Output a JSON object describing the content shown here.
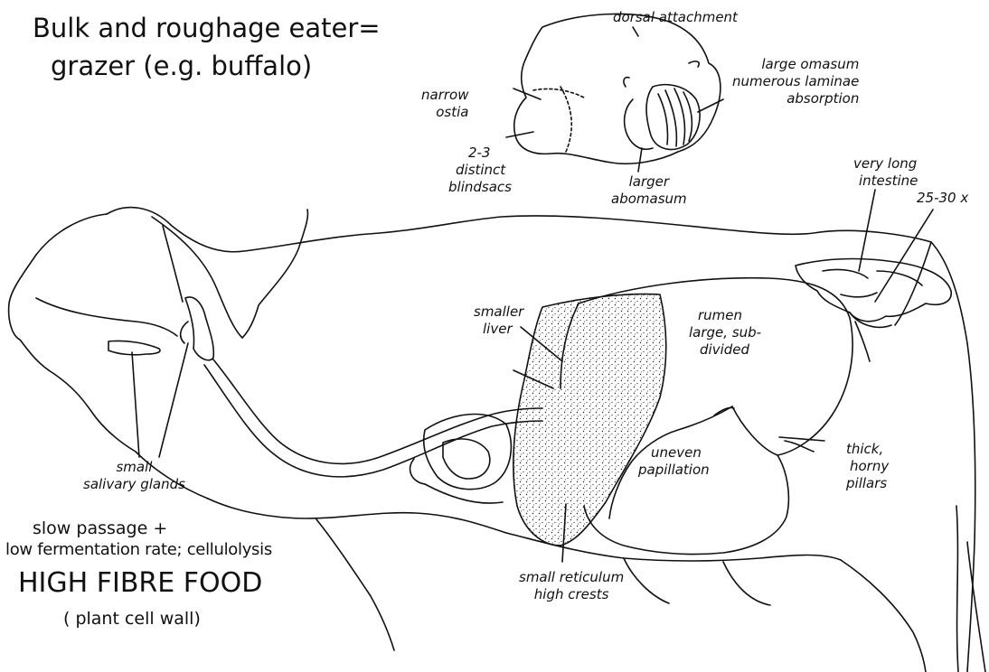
{
  "title": {
    "line1": "Bulk and roughage eater=",
    "line2": "grazer (e.g. buffalo)"
  },
  "stomach_labels": {
    "dorsal": "dorsal attachment",
    "omasum_1": "large omasum",
    "omasum_2": "numerous laminae",
    "omasum_3": "absorption",
    "ostia_1": "narrow",
    "ostia_2": "ostia",
    "blindsacs_1": "2-3",
    "blindsacs_2": "distinct",
    "blindsacs_3": "blindsacs",
    "abomasum_1": "larger",
    "abomasum_2": "abomasum"
  },
  "body_labels": {
    "intestine_1": "very long",
    "intestine_2": "intestine",
    "intestine_3": "25-30 x",
    "liver_1": "smaller",
    "liver_2": "liver",
    "rumen_1": "rumen",
    "rumen_2": "large, sub-",
    "rumen_3": "divided",
    "papillation_1": "uneven",
    "papillation_2": "papillation",
    "pillars_1": "thick,",
    "pillars_2": "horny",
    "pillars_3": "pillars",
    "salivary_1": "small",
    "salivary_2": "salivary glands",
    "reticulum_1": "small reticulum",
    "reticulum_2": "high crests"
  },
  "food": {
    "line1": "slow passage +",
    "line2": "low fermentation rate; cellulolysis",
    "line3": "HIGH FIBRE FOOD",
    "line4": "( plant cell wall)"
  },
  "colors": {
    "ink": "#111111",
    "background": "#ffffff"
  }
}
